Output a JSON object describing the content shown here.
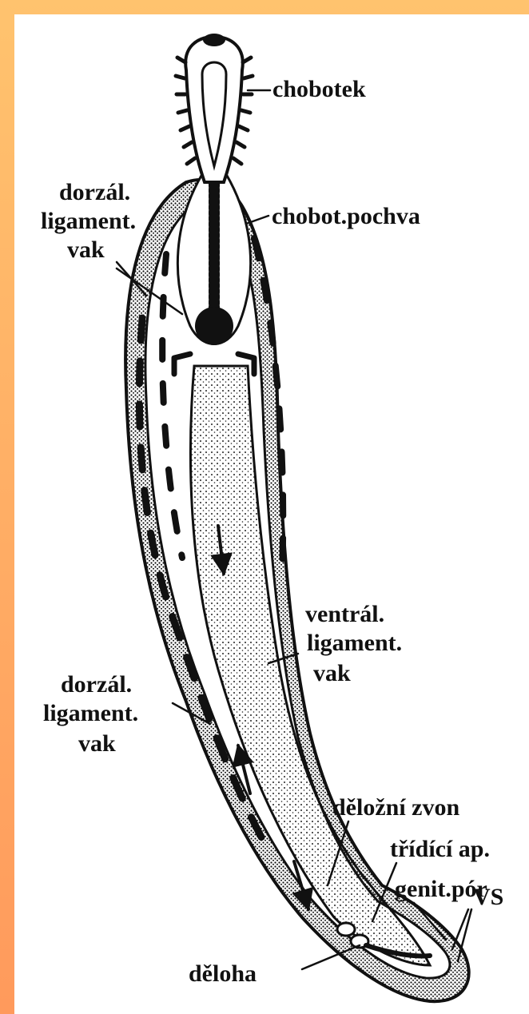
{
  "colors": {
    "frame": "#ffb066",
    "ink": "#111111",
    "paper": "#ffffff"
  },
  "labels": {
    "chobotek": "chobotek",
    "chobot_pochva": "chobot.pochva",
    "dorzal_top": [
      "dorzál.",
      "ligament.",
      "vak"
    ],
    "ventral": [
      "ventrál.",
      "ligament.",
      "vak"
    ],
    "dorzal_bottom": [
      "dorzál.",
      "ligament.",
      "vak"
    ],
    "delozni_zvon": "děložní zvon",
    "tridici_ap": "třídící ap.",
    "genit_por": "genit.pór",
    "vs": "VS",
    "deloha": "děloha"
  }
}
